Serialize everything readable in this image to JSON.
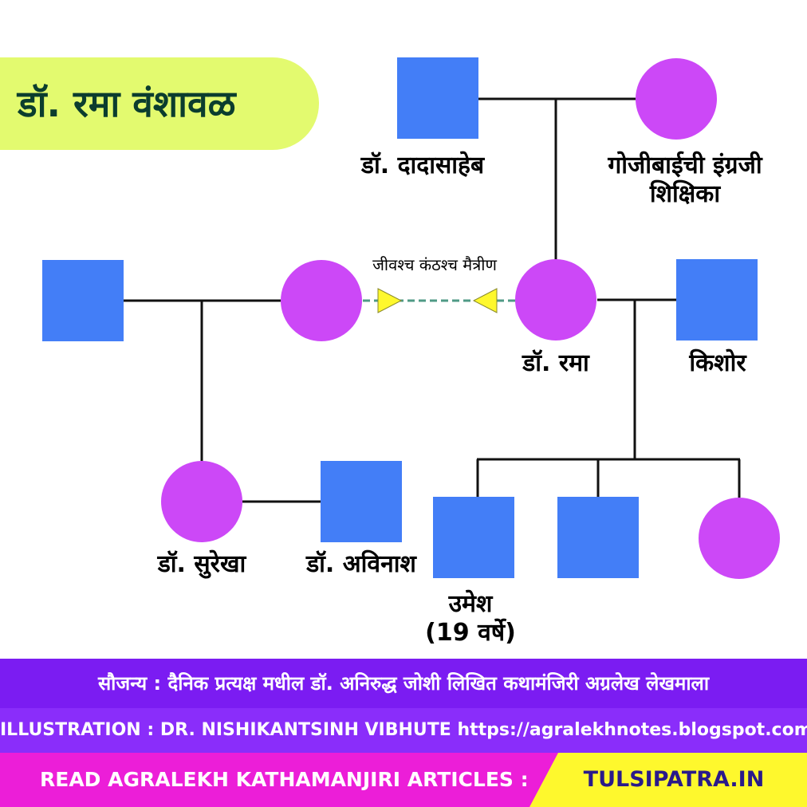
{
  "title": "डॉ. रमा वंशावळ",
  "relation_label": "जीवश्च कंठश्च मैत्रीण",
  "people": {
    "dadasaheb": "डॉ. दादासाहेब",
    "teacher_line1": "गोजीबाईची इंग्रजी",
    "teacher_line2": "शिक्षिका",
    "rama": "डॉ. रमा",
    "kishor": "किशोर",
    "surekha": "डॉ. सुरेखा",
    "avinash": "डॉ. अविनाश",
    "umesh_line1": "उमेश",
    "umesh_line2": "(19 वर्षे)"
  },
  "footer": {
    "credit": "सौजन्य : दैनिक प्रत्यक्ष मधील डॉ. अनिरुद्ध जोशी लिखित कथामंजिरी अग्रलेख लेखमाला",
    "illustration": "ILLUSTRATION : DR. NISHIKANTSINH VIBHUTE  https://agralekhnotes.blogspot.com",
    "read_label": "READ AGRALEKH KATHAMANJIRI ARTICLES :",
    "site": "TULSIPATRA.IN"
  },
  "colors": {
    "male": "#437ef7",
    "female": "#cc48f7",
    "line": "#111111",
    "friend_line": "#4f9a86",
    "friend_arrow": "#fef82d",
    "title_bg": "#e3fa6f",
    "title_text": "#0b3d2e",
    "yellow_tag": "#fef82d"
  },
  "legend": {
    "male_shape": "square-symbol",
    "female_shape": "circle-symbol"
  }
}
